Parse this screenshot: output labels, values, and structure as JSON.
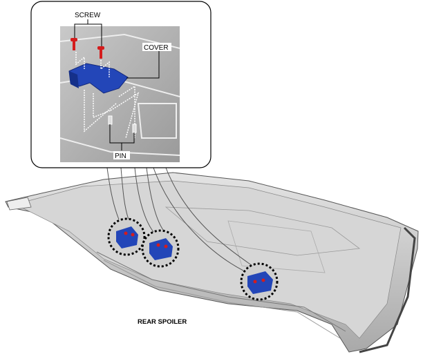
{
  "labels": {
    "screw": "SCREW",
    "cover": "COVER",
    "pin": "PIN",
    "rear_spoiler": "REAR SPOILER"
  },
  "colors": {
    "cover": "#2346b8",
    "screw": "#d41c1c",
    "panel": "#c8c8c8"
  }
}
